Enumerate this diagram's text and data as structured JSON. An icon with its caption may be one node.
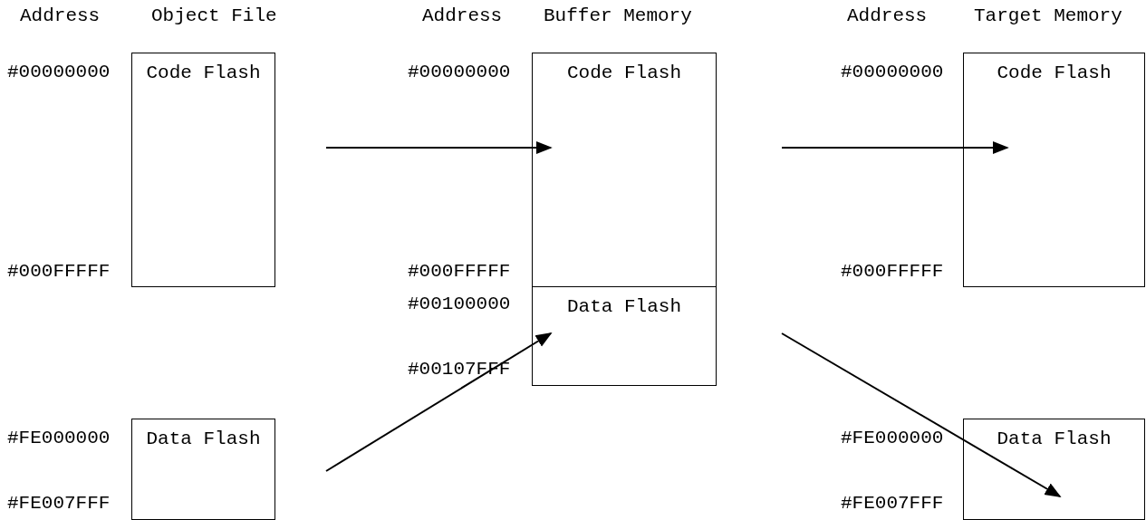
{
  "diagram": {
    "nodes": [
      {
        "text": [
          "Code Flash"
        ]
      },
      {
        "text": [
          "Data Flash"
        ]
      },
      {
        "text": [
          "Code Flash"
        ]
      },
      {
        "text": [
          "Data Flash"
        ]
      },
      {
        "text": [
          "Code Flash"
        ]
      },
      {
        "text": [
          "Data Flash"
        ]
      }
    ],
    "edges": [
      {
        "from": 0,
        "to": 2,
        "arrow": "to"
      },
      {
        "from": 1,
        "to": 3,
        "arrow": "to"
      },
      {
        "from": 2,
        "to": 4,
        "arrow": "to"
      },
      {
        "from": 3,
        "to": 5,
        "arrow": "to"
      }
    ],
    "labels": [
      "Address",
      "Object File",
      "Address",
      "Buffer Memory",
      "Address",
      "Target Memory",
      "#00000000",
      "#00000000",
      "#00000000",
      "#000FFFFF",
      "#000FFFFF",
      "#000FFFFF",
      "#00100000",
      "#00107FFF",
      "#FE000000",
      "#FE000000",
      "#FE007FFF",
      "#FE007FFF"
    ]
  }
}
